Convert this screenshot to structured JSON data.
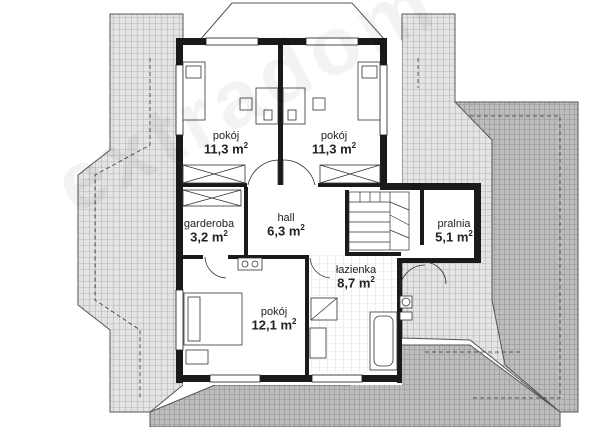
{
  "rooms": [
    {
      "id": "pokoj-left",
      "name": "pokój",
      "area": "11,3 m",
      "unit_exp": "2"
    },
    {
      "id": "pokoj-right",
      "name": "pokój",
      "area": "11,3 m",
      "unit_exp": "2"
    },
    {
      "id": "garderoba",
      "name": "garderoba",
      "area": "3,2 m",
      "unit_exp": "2"
    },
    {
      "id": "hall",
      "name": "hall",
      "area": "6,3 m",
      "unit_exp": "2"
    },
    {
      "id": "pralnia",
      "name": "pralnia",
      "area": "5,1 m",
      "unit_exp": "2"
    },
    {
      "id": "lazienka",
      "name": "łazienka",
      "area": "8,7 m",
      "unit_exp": "2"
    },
    {
      "id": "pokoj-bottom",
      "name": "pokój",
      "area": "12,1 m",
      "unit_exp": "2"
    }
  ],
  "watermark": "extradom"
}
